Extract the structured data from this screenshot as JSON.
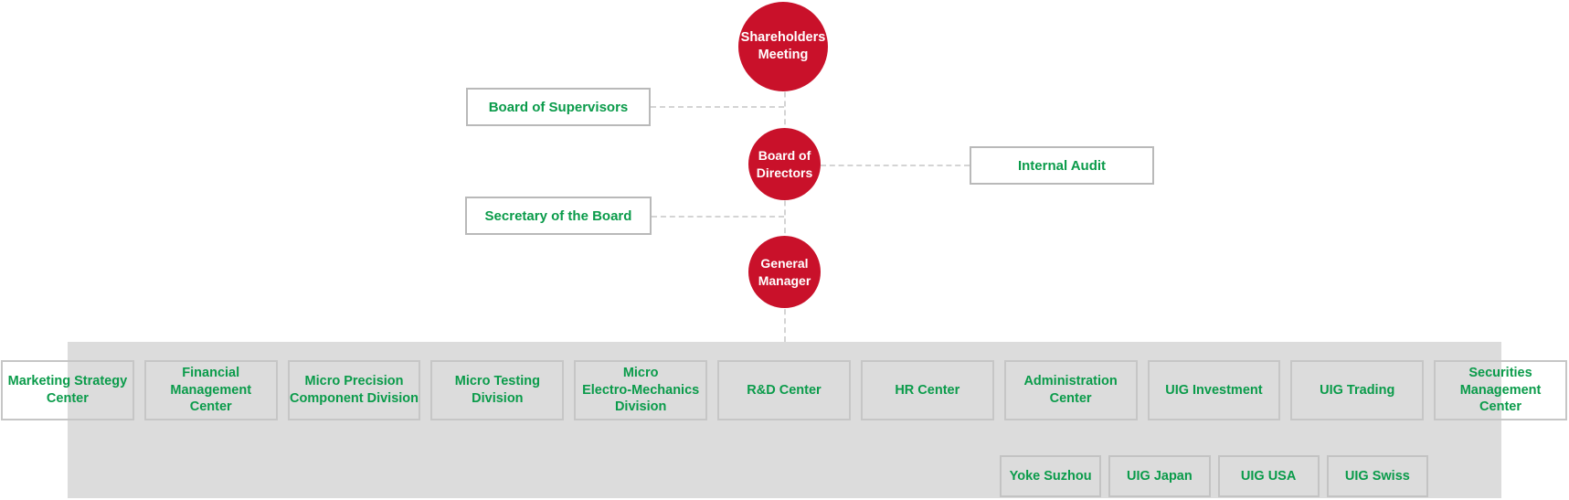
{
  "palette": {
    "node_red": "#c9112a",
    "label_green": "#0a9b4a",
    "band_gray": "#dcdcdc",
    "connector_gray": "#d4d4d4"
  },
  "org_chart": {
    "nodes": {
      "shareholders_meeting": [
        "Shareholders",
        "Meeting"
      ],
      "board_of_directors": [
        "Board of",
        "Directors"
      ],
      "general_manager": [
        "General",
        "Manager"
      ],
      "board_of_supervisors": "Board of Supervisors",
      "secretary_of_the_board": "Secretary of the Board",
      "internal_audit": "Internal Audit"
    },
    "departments": [
      [
        "Marketing Strategy",
        "Center"
      ],
      [
        "Financial",
        "Management",
        "Center"
      ],
      [
        "Micro Precision",
        "Component Division"
      ],
      [
        "Micro Testing",
        "Division"
      ],
      [
        "Micro",
        "Electro-Mechanics",
        "Division"
      ],
      [
        "R&D Center"
      ],
      [
        "HR Center"
      ],
      [
        "Administration",
        "Center"
      ],
      [
        "UIG Investment"
      ],
      [
        "UIG Trading"
      ],
      [
        "Securities",
        "Management",
        "Center"
      ]
    ],
    "subsidiaries": [
      "Yoke Suzhou",
      "UIG Japan",
      "UIG USA",
      "UIG Swiss"
    ]
  }
}
